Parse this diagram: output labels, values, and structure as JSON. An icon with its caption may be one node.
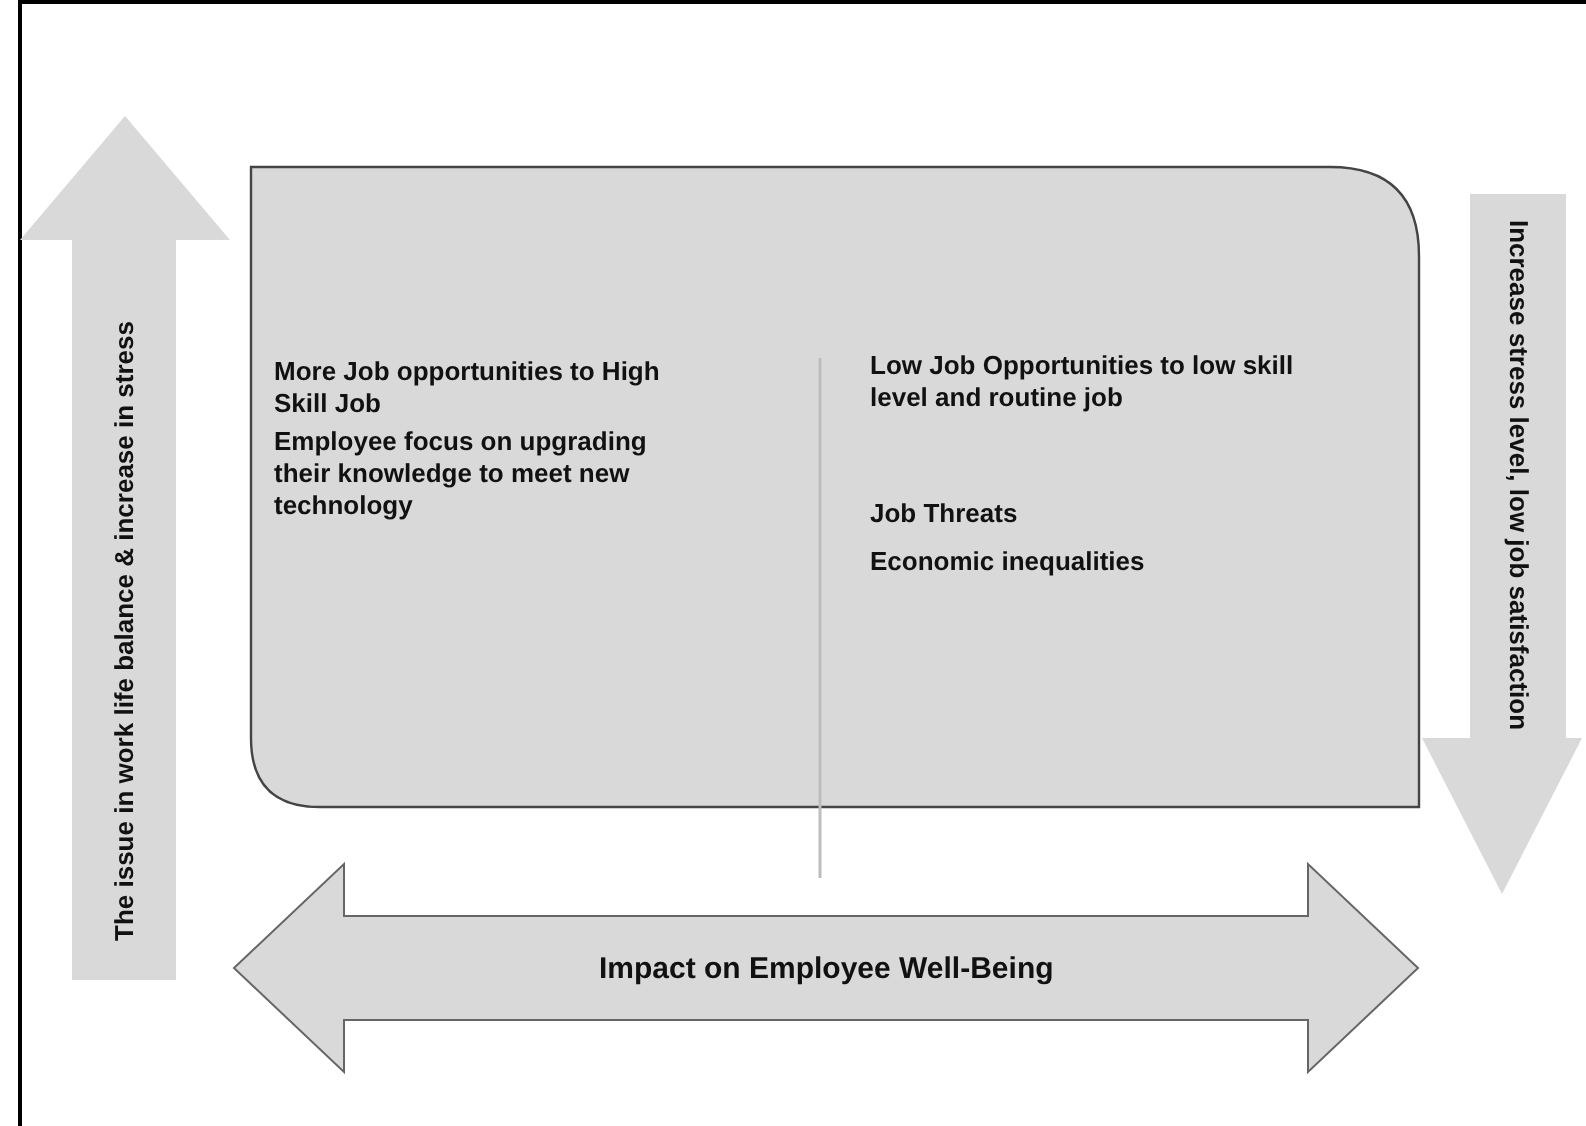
{
  "diagram": {
    "nodes": [
      {
        "text": [
          "More Job opportunities to High Skill Job",
          "Employee focus on upgrading their knowledge to meet new technology",
          "Low Job Opportunities to low skill level and routine job",
          "Job Threats",
          "Economic inequalities"
        ]
      },
      {
        "text": [
          "The issue in work life balance & increase in stress"
        ]
      },
      {
        "text": [
          "Increase stress level, low job satisfaction"
        ]
      }
    ],
    "edges": [
      {
        "from": 1,
        "to": 2,
        "arrow": "both",
        "label": "Impact on Employee Well-Being"
      }
    ]
  }
}
